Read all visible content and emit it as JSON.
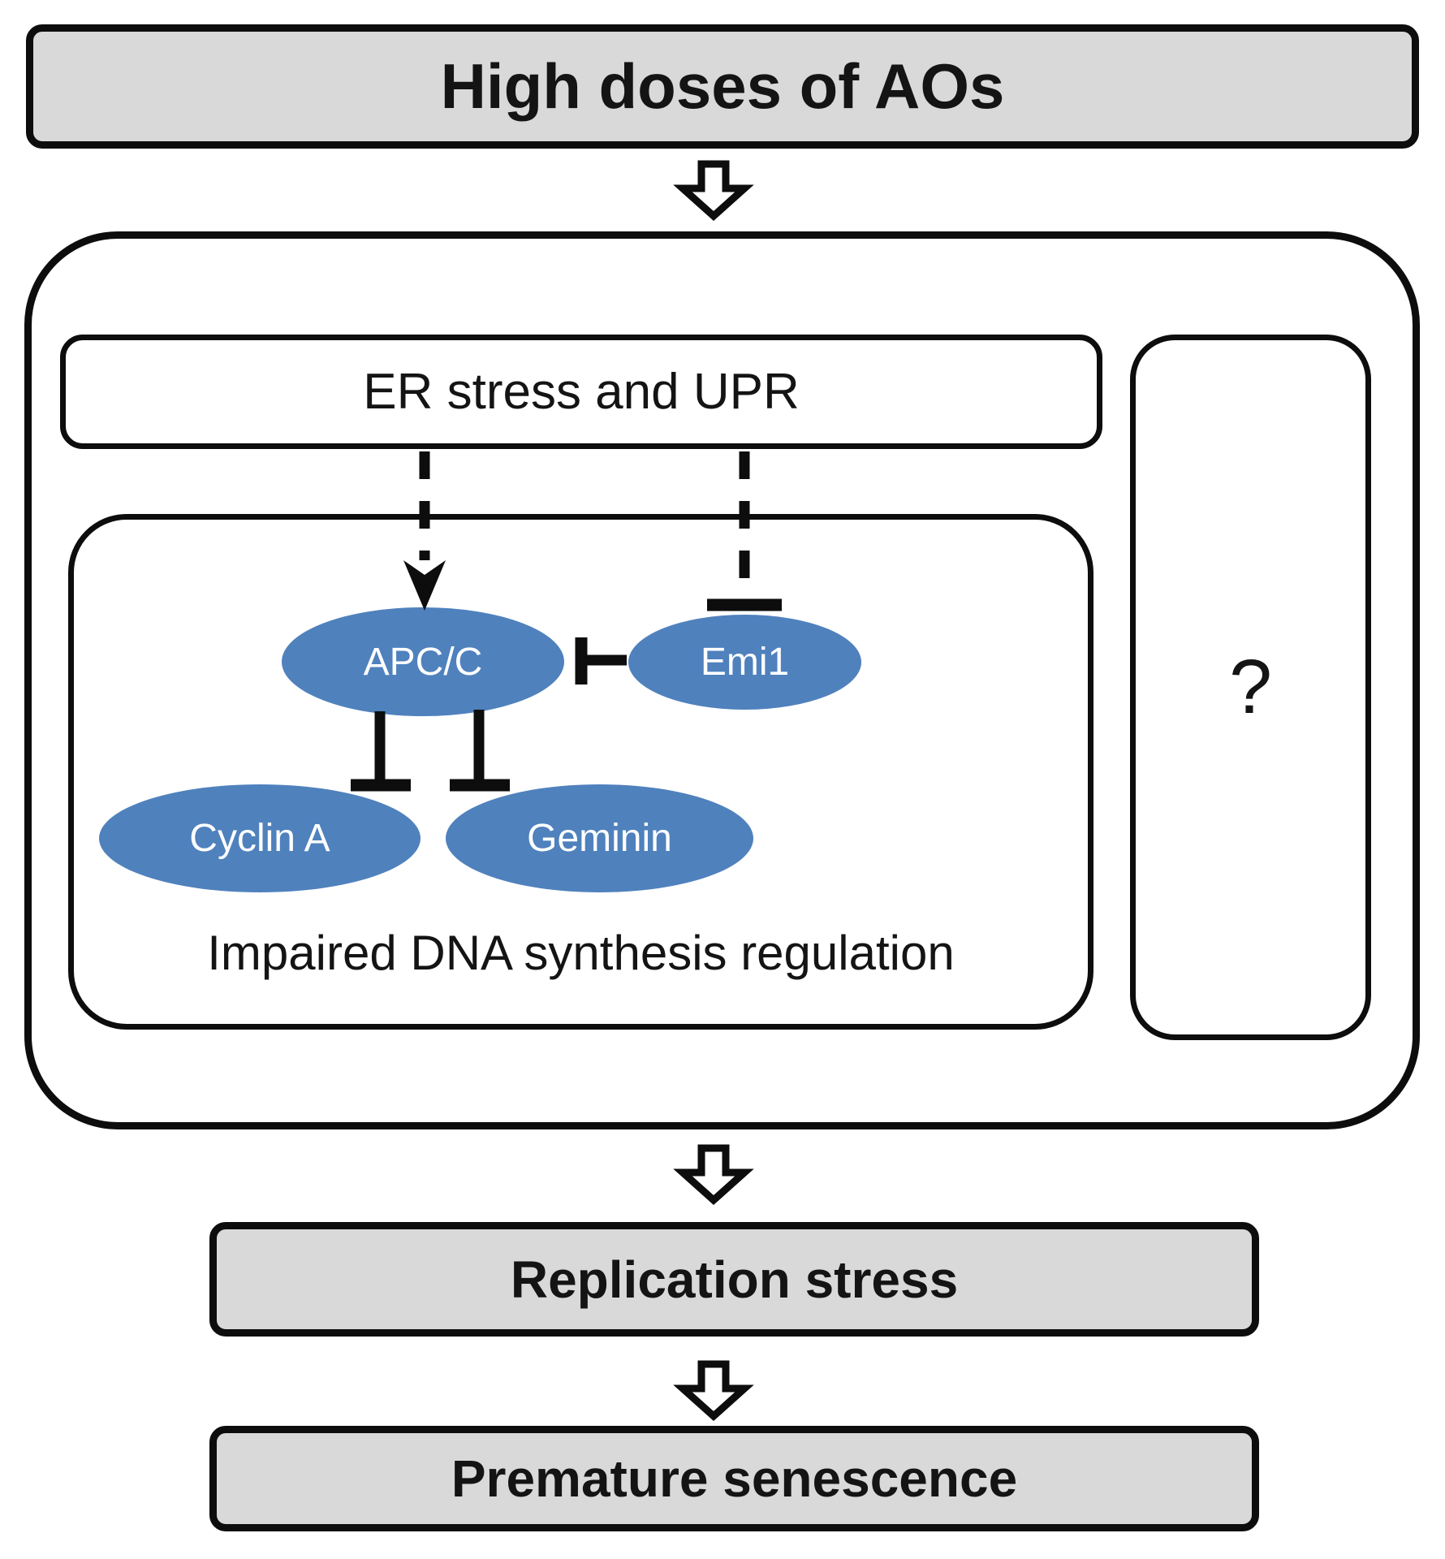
{
  "figure": {
    "top_box": "High doses of AOs",
    "er_stress_box": "ER stress and UPR",
    "question_box": "?",
    "impaired_caption": "Impaired DNA synthesis regulation",
    "replication_box": "Replication stress",
    "senescence_box": "Premature senescence",
    "ellipses": {
      "apcc": "APC/C",
      "emi1": "Emi1",
      "cyclin_a": "Cyclin A",
      "geminin": "Geminin"
    }
  },
  "colors": {
    "box_gray": "#d9d9d9",
    "ellipse_blue": "#4f81bd",
    "line_black": "#0d0d0d",
    "text_dark": "#141414"
  }
}
